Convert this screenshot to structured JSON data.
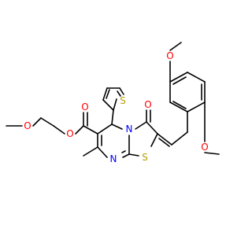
{
  "molecule": {
    "atoms": {
      "o_methoxy_ether": "O",
      "o_ester_single": "O",
      "o_ester_carbonyl": "O",
      "o_ring_ketone": "O",
      "o_aryl_methoxy_top": "O",
      "o_aryl_methoxy_bottom": "O",
      "s_thiophene": "S",
      "s_thiazole": "S",
      "n_ring_junction": "N",
      "n_pyrimidine": "N"
    },
    "colors": {
      "bond": "#000000",
      "oxygen": "#ff0000",
      "sulfur": "#b8a000",
      "nitrogen": "#0000ff"
    }
  }
}
